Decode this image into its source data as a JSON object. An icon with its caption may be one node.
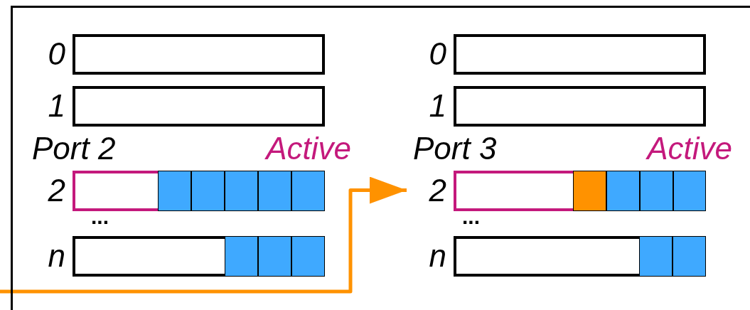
{
  "diagram": {
    "nodes": [
      {
        "text": [],
        "shape": "box"
      },
      {
        "text": [],
        "shape": "box",
        "in": 0,
        "beside": [
          "0"
        ]
      },
      {
        "text": [],
        "shape": "box",
        "in": 0,
        "beside": [
          "1"
        ]
      },
      {
        "text": [],
        "shape": "box",
        "in": 0,
        "beside": [
          "Port 2",
          "Active",
          "2"
        ]
      },
      {
        "text": [],
        "shape": "box",
        "in": 3
      },
      {
        "text": [],
        "shape": "box",
        "in": 3
      },
      {
        "text": [],
        "shape": "box",
        "in": 3
      },
      {
        "text": [],
        "shape": "box",
        "in": 3
      },
      {
        "text": [],
        "shape": "box",
        "in": 3
      },
      {
        "text": [],
        "shape": "box",
        "in": 0,
        "beside": [
          "n"
        ]
      },
      {
        "text": [],
        "shape": "box",
        "in": 9
      },
      {
        "text": [],
        "shape": "box",
        "in": 9
      },
      {
        "text": [],
        "shape": "box",
        "in": 9
      },
      {
        "text": [],
        "shape": "box",
        "in": 0,
        "beside": [
          "0"
        ]
      },
      {
        "text": [],
        "shape": "box",
        "in": 0,
        "beside": [
          "1"
        ]
      },
      {
        "text": [],
        "shape": "box",
        "in": 0,
        "beside": [
          "Port 3",
          "Active",
          "2"
        ]
      },
      {
        "text": [],
        "shape": "box",
        "in": 15
      },
      {
        "text": [],
        "shape": "box",
        "in": 15
      },
      {
        "text": [],
        "shape": "box",
        "in": 15
      },
      {
        "text": [],
        "shape": "box",
        "in": 15
      },
      {
        "text": [],
        "shape": "box",
        "in": 0,
        "beside": [
          "n"
        ]
      },
      {
        "text": [],
        "shape": "box",
        "in": 20
      },
      {
        "text": [],
        "shape": "box",
        "in": 20
      }
    ],
    "edges": [
      {
        "from": null,
        "to": 15,
        "arrow": "to",
        "color": "#ff9200"
      }
    ],
    "labels": [
      "...",
      "..."
    ]
  }
}
